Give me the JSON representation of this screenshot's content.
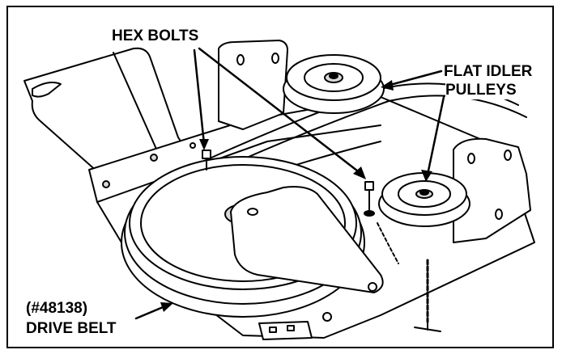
{
  "labels": {
    "hex_bolts": "HEX BOLTS",
    "idler_line1": "FLAT IDLER",
    "idler_line2": "PULLEYS",
    "part_number": "(#48138)",
    "drive_belt": "DRIVE BELT"
  },
  "colors": {
    "ink": "#000000",
    "paper": "#ffffff",
    "shade": "#d9d9d9"
  }
}
